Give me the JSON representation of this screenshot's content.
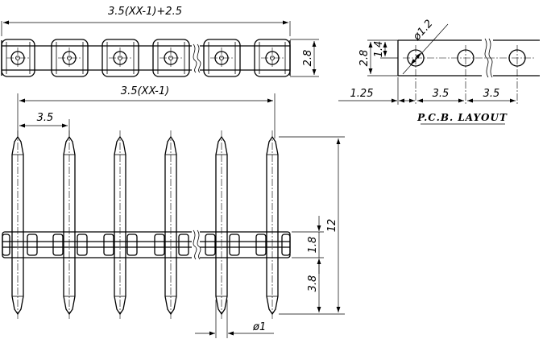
{
  "dimensions": {
    "overall_length": "3.5(XX-1)+2.5",
    "pitch_span": "3.5(XX-1)",
    "pitch": "3.5",
    "housing_height": "2.8",
    "pin_length": "12",
    "housing_thickness": "1.8",
    "pin_tail": "3.8",
    "pin_diameter": "ø1"
  },
  "pcb_layout": {
    "title": "P.C.B. LAYOUT",
    "hole_diameter": "ø1.2",
    "row_height": "2.8",
    "half_height": "1.4",
    "edge_offset": "1.25",
    "pitch_1": "3.5",
    "pitch_2": "3.5"
  }
}
